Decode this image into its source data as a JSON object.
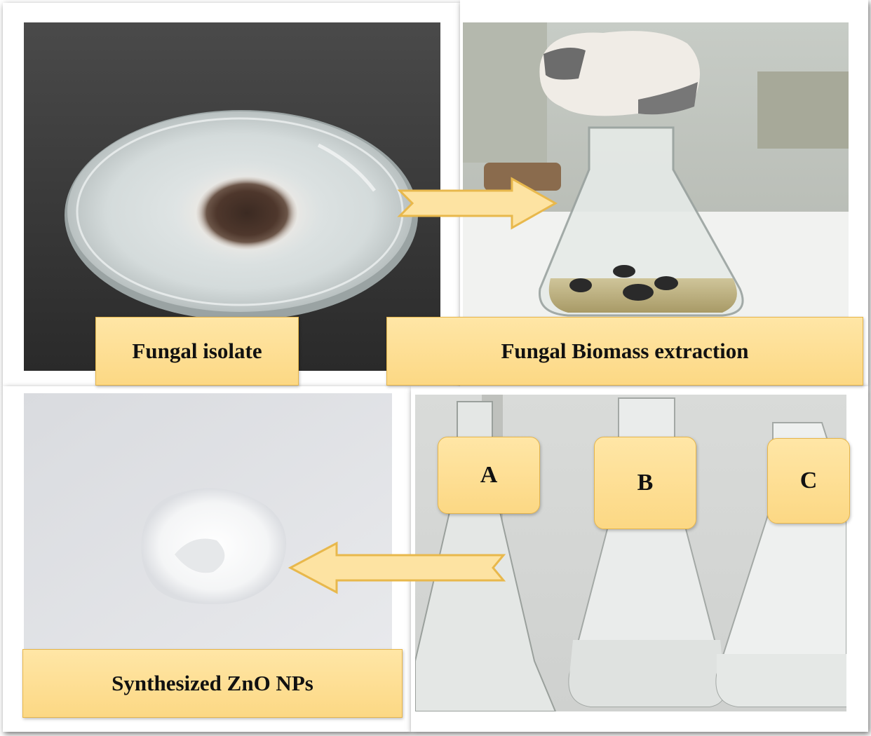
{
  "panels": {
    "fungal_isolate": {
      "label": "Fungal isolate"
    },
    "biomass_extraction": {
      "label": "Fungal Biomass extraction"
    },
    "zno_nps": {
      "label": "Synthesized ZnO NPs"
    },
    "flasks": {
      "labels": [
        "A",
        "B",
        "C"
      ]
    }
  },
  "colors": {
    "label_fill": "#fcd884",
    "label_border": "#e6b54a",
    "arrow_fill": "#fde3a2",
    "arrow_stroke": "#e8b84c"
  }
}
